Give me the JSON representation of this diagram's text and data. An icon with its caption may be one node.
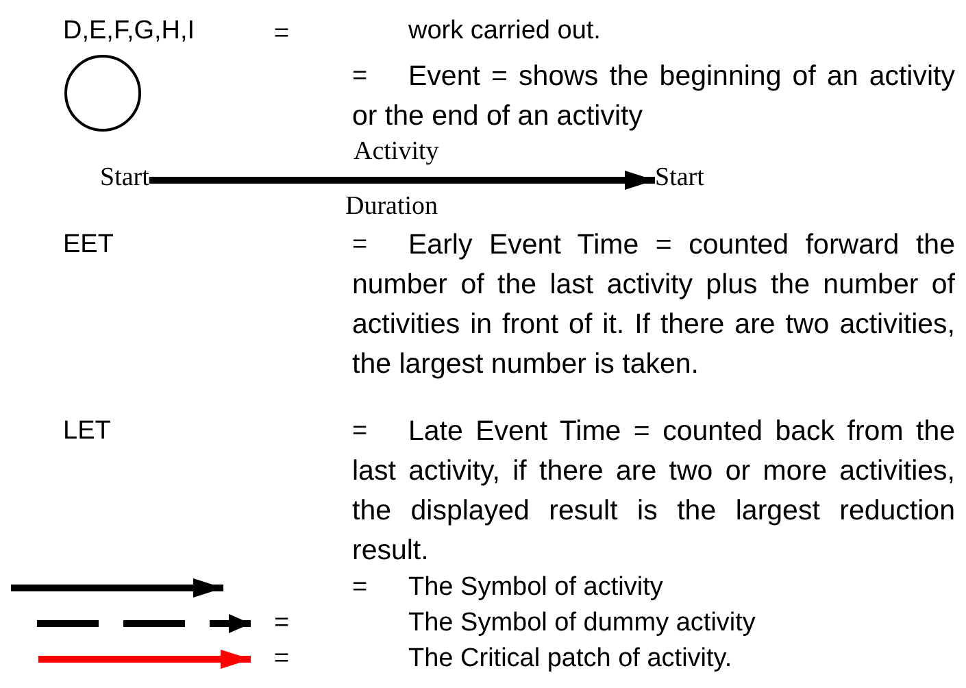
{
  "diagram": {
    "nodes": [
      {
        "text": [],
        "shape": "circle"
      },
      {
        "text": [
          "Start"
        ]
      },
      {
        "text": [
          "Start"
        ]
      }
    ],
    "edges": [
      {
        "from": 1,
        "to": 2,
        "arrow": "to",
        "label": "Activity"
      }
    ],
    "labels": [
      "D,E,F,G,H,I",
      "=",
      "work carried out.",
      "=",
      "Event = shows the beginning of an activity or the end of an activity",
      "Duration",
      "EET",
      "=",
      "Early Event Time = counted forward the number of the last activity plus the number of activities in front of it. If there are two activities, the largest number is taken.",
      "LET",
      "=",
      "Late Event Time  = counted back from the last activity, if there are two or more activities, the displayed result is the largest reduction result.",
      "=",
      "=",
      "="
    ],
    "legend": [
      {
        "text": "The Symbol of activity"
      },
      {
        "text": "The Symbol of dummy activity"
      },
      {
        "text": "The Critical patch of activity."
      }
    ]
  }
}
